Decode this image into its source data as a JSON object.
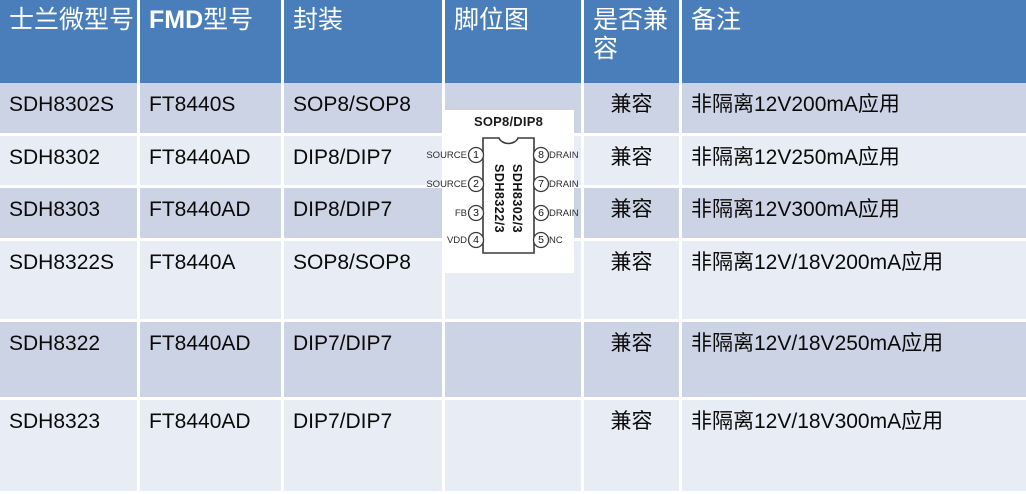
{
  "table": {
    "headers": [
      {
        "text": "士兰微型号",
        "latin": ""
      },
      {
        "text": "型号",
        "latin": "FMD"
      },
      {
        "text": "封装",
        "latin": ""
      },
      {
        "text": "脚位图",
        "latin": ""
      },
      {
        "text": "是否兼容",
        "latin": ""
      },
      {
        "text": "备注",
        "latin": ""
      }
    ],
    "rows": [
      {
        "silan_model": "SDH8302S",
        "fmd_model": "FT8440S",
        "package": "SOP8/SOP8",
        "pin_diagram": "",
        "compatible": "兼容",
        "remark": "非隔离12V200mA应用"
      },
      {
        "silan_model": "SDH8302",
        "fmd_model": "FT8440AD",
        "package": "DIP8/DIP7",
        "pin_diagram": "",
        "compatible": "兼容",
        "remark": "非隔离12V250mA应用"
      },
      {
        "silan_model": "SDH8303",
        "fmd_model": "FT8440AD",
        "package": "DIP8/DIP7",
        "pin_diagram": "",
        "compatible": "兼容",
        "remark": "非隔离12V300mA应用"
      },
      {
        "silan_model": "SDH8322S",
        "fmd_model": "FT8440A",
        "package": "SOP8/SOP8",
        "pin_diagram": "",
        "compatible": "兼容",
        "remark": "非隔离12V/18V200mA应用"
      },
      {
        "silan_model": "SDH8322",
        "fmd_model": "FT8440AD",
        "package": "DIP7/DIP7",
        "pin_diagram": "",
        "compatible": "兼容",
        "remark": "非隔离12V/18V250mA应用"
      },
      {
        "silan_model": "SDH8323",
        "fmd_model": "FT8440AD",
        "package": "DIP7/DIP7",
        "pin_diagram": "",
        "compatible": "兼容",
        "remark": "非隔离12V/18V300mA应用"
      }
    ]
  },
  "pin_diagram": {
    "title": "SOP8/DIP8",
    "body_label_left": "SDH8322/3",
    "body_label_right": "SDH8302/3",
    "pins_left": [
      {
        "num": "1",
        "label": "SOURCE"
      },
      {
        "num": "2",
        "label": "SOURCE"
      },
      {
        "num": "3",
        "label": "FB"
      },
      {
        "num": "4",
        "label": "VDD"
      }
    ],
    "pins_right": [
      {
        "num": "8",
        "label": "DRAIN"
      },
      {
        "num": "7",
        "label": "DRAIN"
      },
      {
        "num": "6",
        "label": "DRAIN"
      },
      {
        "num": "5",
        "label": "NC"
      }
    ]
  },
  "colors": {
    "header_blue": "#4a7ebb",
    "row_shade_dark": "#ccd3e4",
    "row_shade_light": "#e8ecf4",
    "grid_white": "#ffffff",
    "text_dark": "#0a0a0a",
    "header_text": "#ffffff"
  }
}
